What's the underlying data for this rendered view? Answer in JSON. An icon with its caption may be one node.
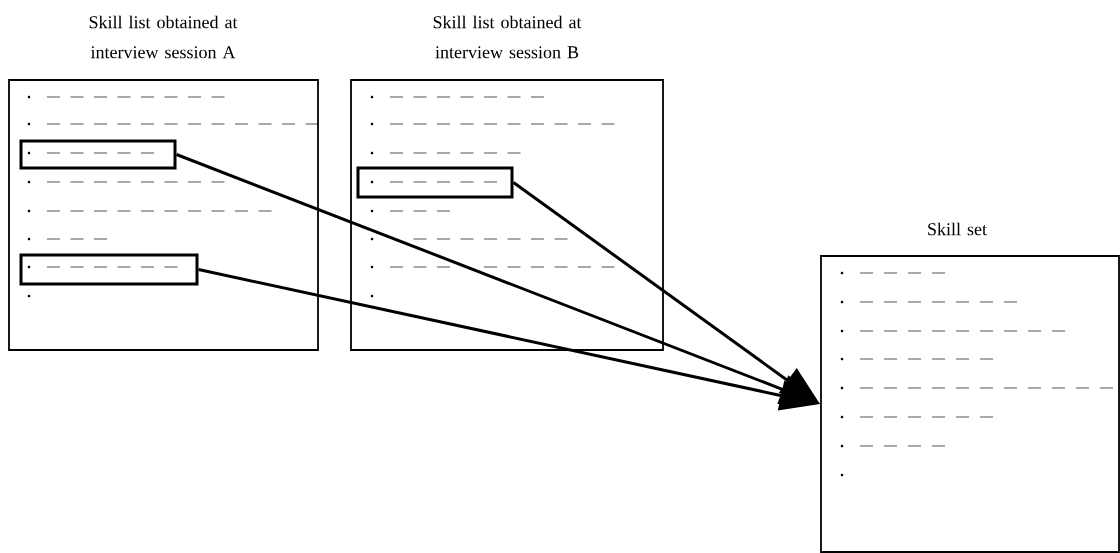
{
  "diagram": {
    "nodes": [
      {
        "text": [
          "Skill list obtained at interview session A"
        ]
      },
      {
        "text": [],
        "shape": "box",
        "in": 0
      },
      {
        "text": [],
        "shape": "box",
        "in": 0
      },
      {
        "text": [
          "Skill list obtained at interview session B"
        ]
      },
      {
        "text": [],
        "shape": "box",
        "in": 3
      },
      {
        "text": [
          "Skill set"
        ]
      }
    ],
    "edges": [
      {
        "from": 1,
        "to": 5,
        "arrow": "to"
      },
      {
        "from": 2,
        "to": 5,
        "arrow": "to"
      },
      {
        "from": 4,
        "to": 5,
        "arrow": "to"
      }
    ]
  }
}
